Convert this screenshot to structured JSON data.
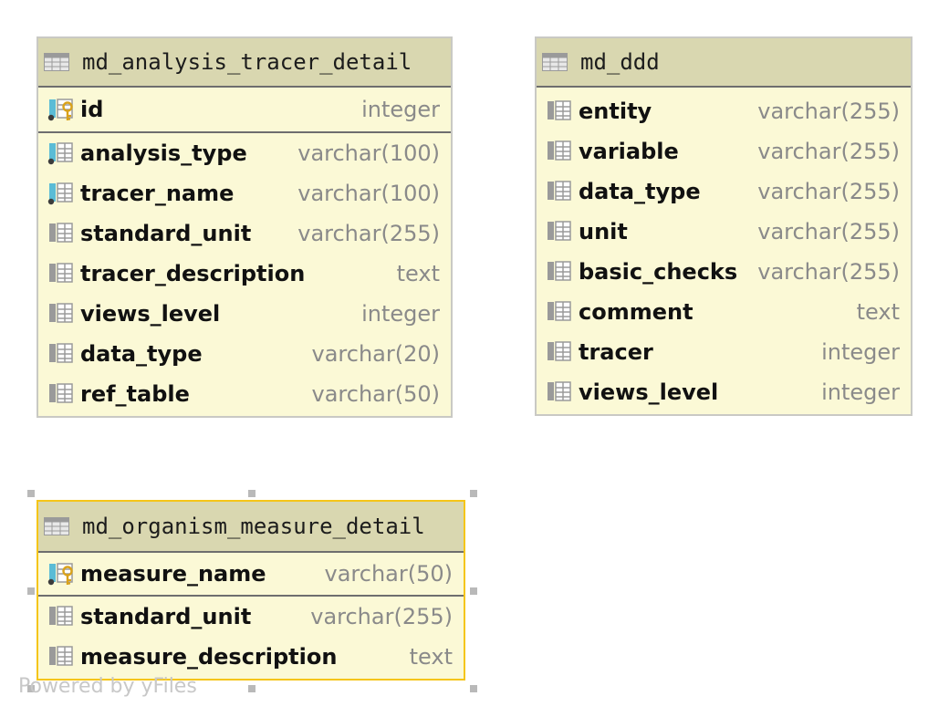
{
  "tables": [
    {
      "title": "md_analysis_tracer_detail",
      "primary": {
        "name": "id",
        "type": "integer"
      },
      "columns": [
        {
          "name": "analysis_type",
          "type": "varchar(100)",
          "indexed": true
        },
        {
          "name": "tracer_name",
          "type": "varchar(100)",
          "indexed": true
        },
        {
          "name": "standard_unit",
          "type": "varchar(255)",
          "indexed": false
        },
        {
          "name": "tracer_description",
          "type": "text",
          "indexed": false
        },
        {
          "name": "views_level",
          "type": "integer",
          "indexed": false
        },
        {
          "name": "data_type",
          "type": "varchar(20)",
          "indexed": false
        },
        {
          "name": "ref_table",
          "type": "varchar(50)",
          "indexed": false
        }
      ]
    },
    {
      "title": "md_ddd",
      "columns": [
        {
          "name": "entity",
          "type": "varchar(255)"
        },
        {
          "name": "variable",
          "type": "varchar(255)"
        },
        {
          "name": "data_type",
          "type": "varchar(255)"
        },
        {
          "name": "unit",
          "type": "varchar(255)"
        },
        {
          "name": "basic_checks",
          "type": "varchar(255)"
        },
        {
          "name": "comment",
          "type": "text"
        },
        {
          "name": "tracer",
          "type": "integer"
        },
        {
          "name": "views_level",
          "type": "integer"
        }
      ]
    },
    {
      "title": "md_organism_measure_detail",
      "selected": true,
      "primary": {
        "name": "measure_name",
        "type": "varchar(50)"
      },
      "columns": [
        {
          "name": "standard_unit",
          "type": "varchar(255)"
        },
        {
          "name": "measure_description",
          "type": "text"
        }
      ]
    }
  ],
  "watermark": "Powered by yFiles",
  "colors": {
    "header": "#d9d7b0",
    "body": "#fbf9d6",
    "border": "#c9c9c4",
    "selected_border": "#f5c518",
    "type_text": "#8a8a8a"
  }
}
